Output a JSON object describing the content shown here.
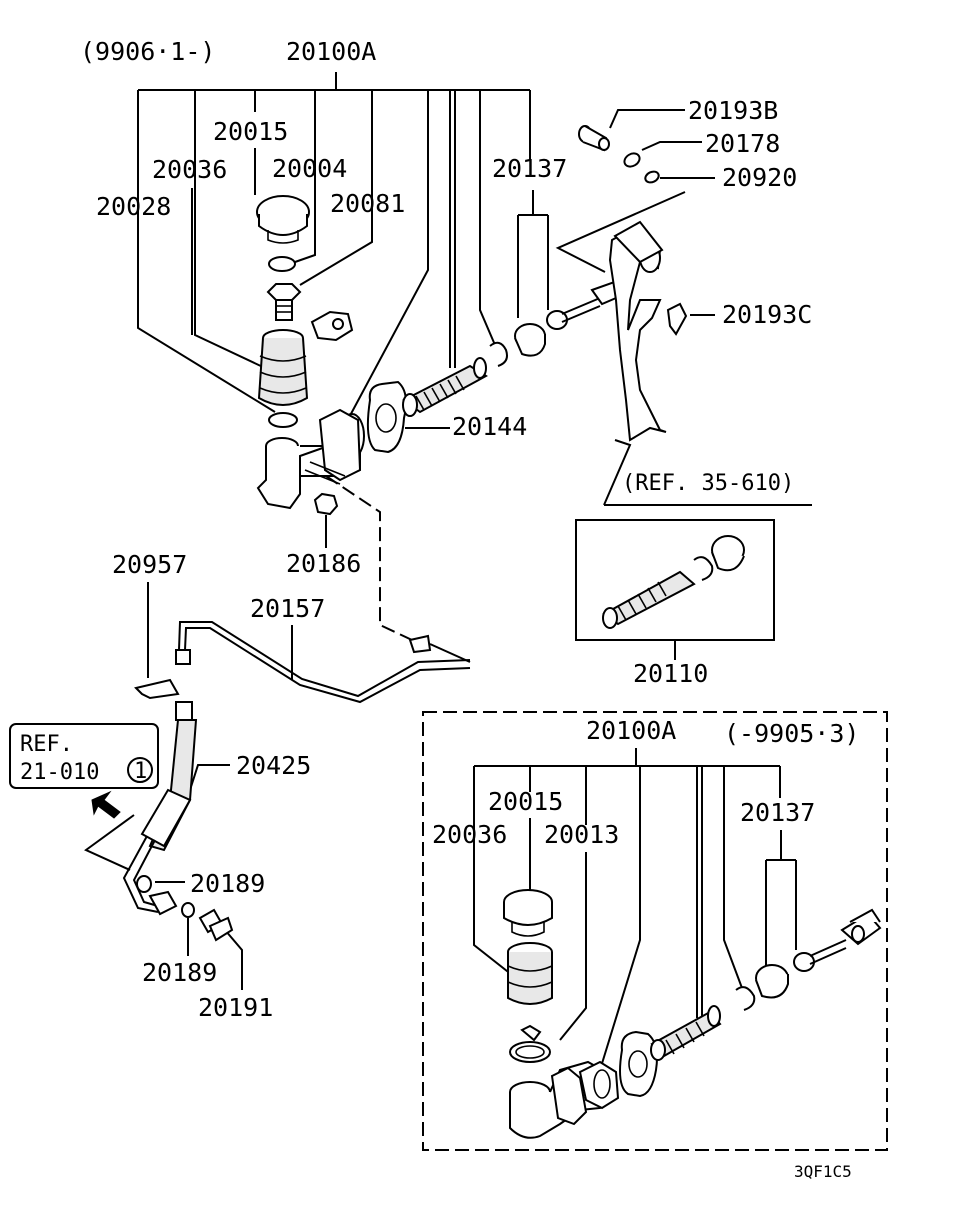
{
  "upper_assembly": {
    "date_range": "(9906·1-)",
    "part_20100A": "20100A",
    "part_20015": "20015",
    "part_20004": "20004",
    "part_20036": "20036",
    "part_20081": "20081",
    "part_20028": "20028",
    "part_20137": "20137",
    "part_20144": "20144",
    "part_20186": "20186"
  },
  "pedal": {
    "part_20193B": "20193B",
    "part_20178": "20178",
    "part_20920": "20920",
    "part_20193C": "20193C",
    "ref": "(REF. 35-610)"
  },
  "kit": {
    "part_20110": "20110"
  },
  "hose": {
    "part_20957": "20957",
    "part_20157": "20157",
    "part_20425": "20425",
    "part_20189_a": "20189",
    "part_20189_b": "20189",
    "part_20191": "20191",
    "ref_line1": "REF.",
    "ref_line2": "21-010",
    "ref_circle": "1"
  },
  "lower_assembly": {
    "part_20100A": "20100A",
    "date_range": "(-9905·3)",
    "part_20015": "20015",
    "part_20036": "20036",
    "part_20013": "20013",
    "part_20137": "20137"
  },
  "diagram_code": "3QF1C5"
}
